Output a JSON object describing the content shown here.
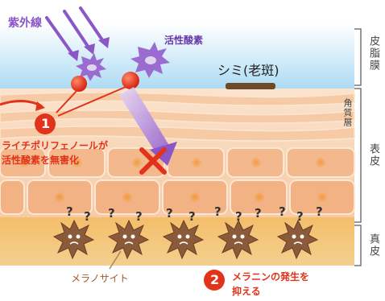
{
  "labels": {
    "uv": "紫外線",
    "free_radical": "活性酸素",
    "age_spot": "シミ(老斑)",
    "melanocyte": "メラノサイト",
    "step1_num": "1",
    "step1_text_line1": "ライチポリフェノールが",
    "step1_text_line2": "活性酸素を無害化",
    "step2_num": "2",
    "step2_text_line1": "メラニンの発生を",
    "step2_text_line2": "抑える"
  },
  "layers": {
    "sebum": "皮脂膜",
    "stratum_corneum": "角質層",
    "epidermis": "表皮",
    "dermis": "真皮"
  },
  "question_marks": [
    "?",
    "?",
    "?",
    "?",
    "?",
    "?",
    "?",
    "?",
    "?",
    "?",
    "?",
    "?"
  ],
  "colors": {
    "uv_purple": "#8a56c8",
    "sky_blue": "#a9dbf5",
    "skin_peach": "#f6d2b0",
    "cell_orange": "#f2b07e",
    "dermis_orange": "#f0b35a",
    "accent_red": "#e2321a",
    "melanocyte_brown": "#8b5a3a"
  }
}
